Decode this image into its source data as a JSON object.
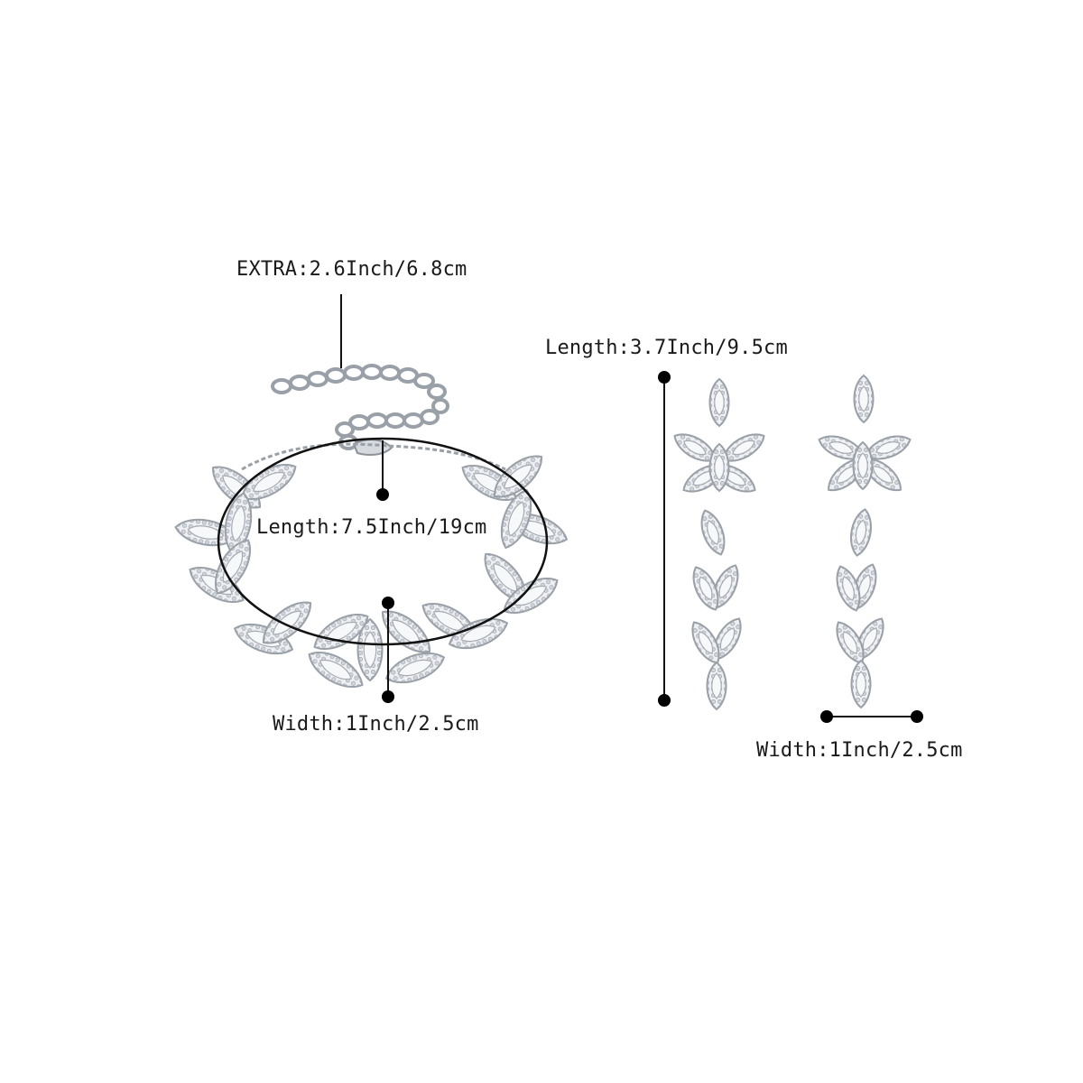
{
  "bracelet": {
    "extra_label": "EXTRA:2.6Inch/6.8cm",
    "length_label": "Length:7.5Inch/19cm",
    "width_label": "Width:1Inch/2.5cm"
  },
  "earring": {
    "length_label": "Length:3.7Inch/9.5cm",
    "width_label": "Width:1Inch/2.5cm"
  },
  "colors": {
    "text": "#1a1a1a",
    "line": "#111111",
    "metal": "#c9ccd1",
    "metal_dark": "#8d9299"
  }
}
